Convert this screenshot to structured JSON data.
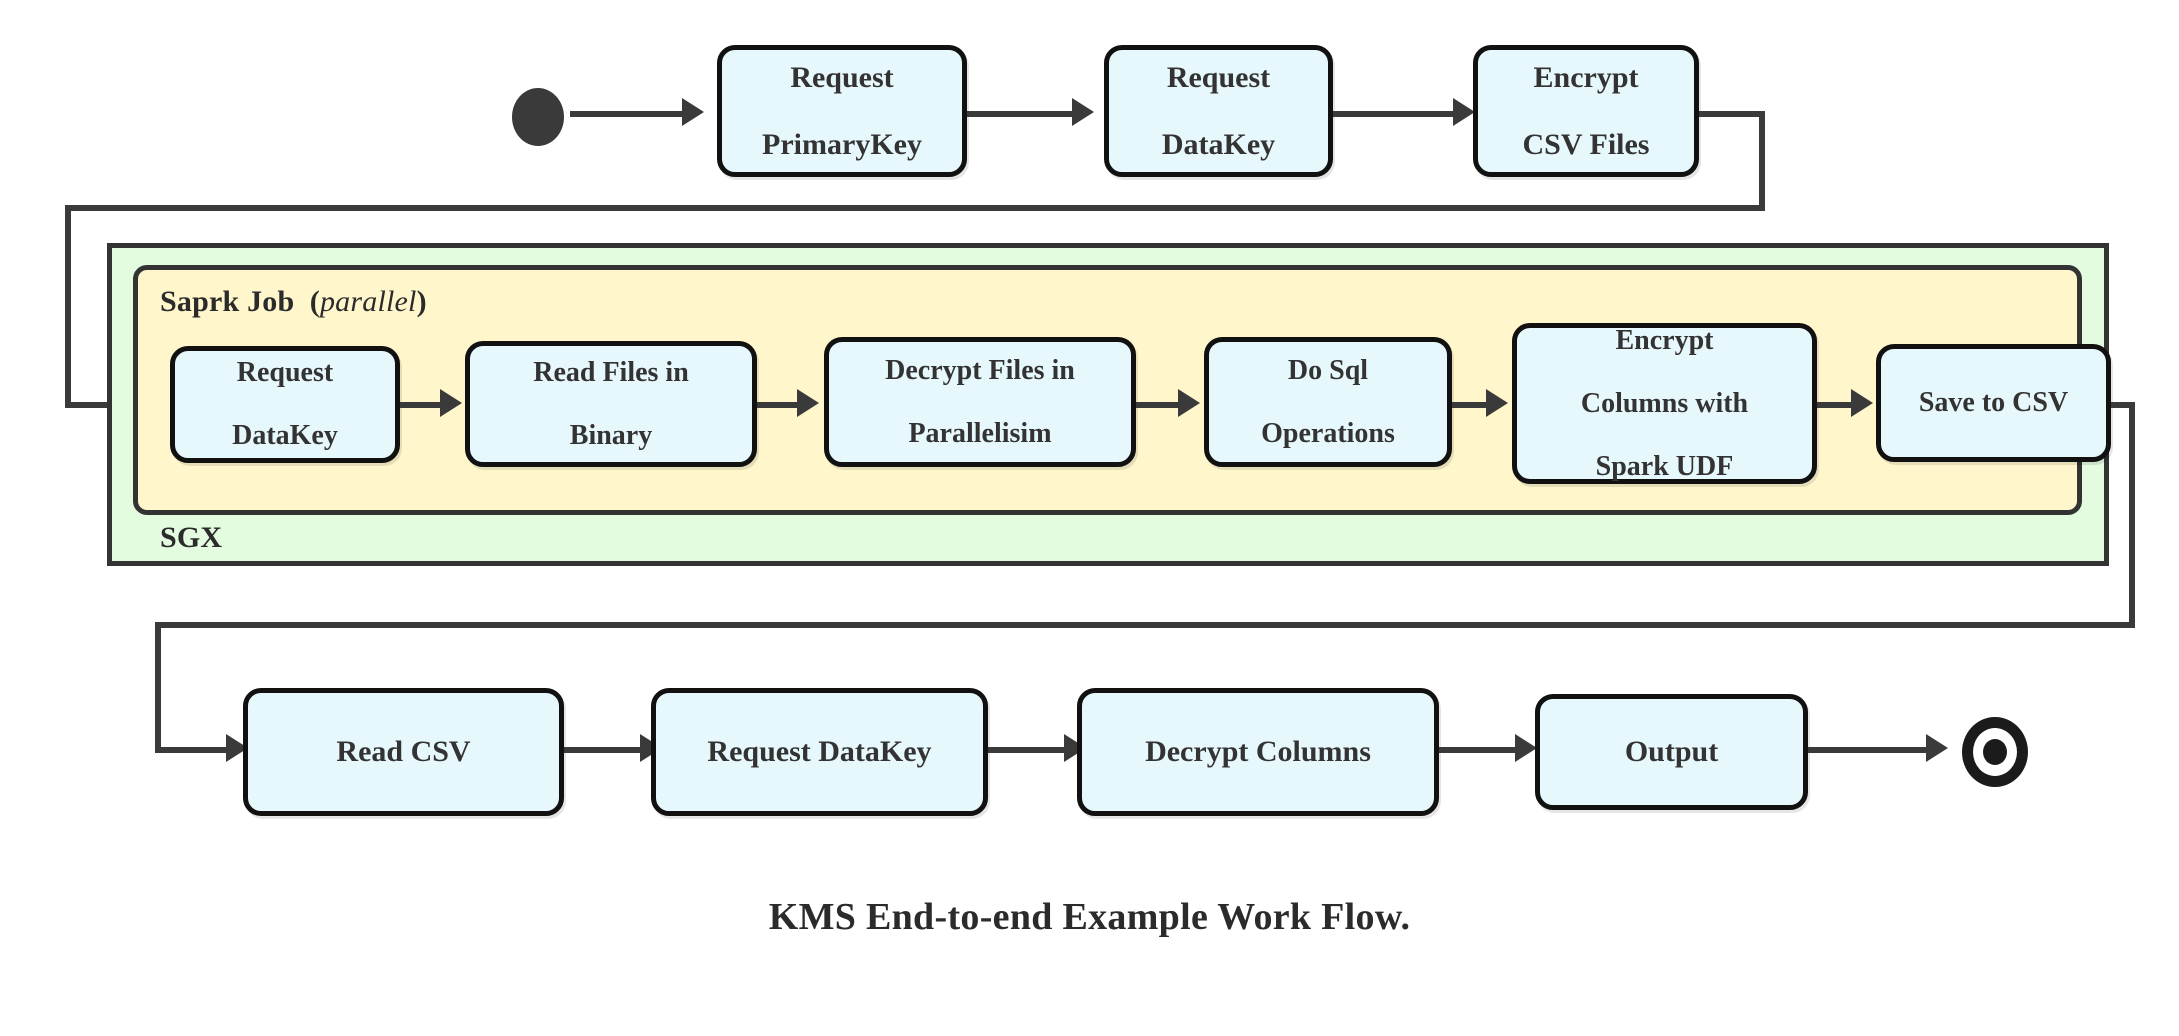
{
  "diagram": {
    "caption": "KMS End-to-end Example Work Flow.",
    "colors": {
      "node_fill": "#e7f8fc",
      "node_stroke": "#111111",
      "sgx_fill": "#e3fbdf",
      "spark_fill": "#fff6cc",
      "container_stroke": "#333333",
      "connector": "#3a3a3a",
      "text": "#333333"
    },
    "containers": [
      {
        "id": "sgx",
        "label": "SGX"
      },
      {
        "id": "spark",
        "label_main": "Saprk Job",
        "label_suffix_open": "(",
        "label_italic": "parallel",
        "label_suffix_close": ")"
      }
    ],
    "terminals": {
      "start": "start-node",
      "end": "end-node"
    },
    "rows": {
      "top": [
        {
          "id": "request-primarykey",
          "line1": "Request",
          "line2": "PrimaryKey"
        },
        {
          "id": "request-datakey-top",
          "line1": "Request",
          "line2": "DataKey"
        },
        {
          "id": "encrypt-csv-files",
          "line1": "Encrypt",
          "line2": "CSV Files"
        }
      ],
      "middle": [
        {
          "id": "request-datakey-spark",
          "line1": "Request",
          "line2": "DataKey",
          "line3": ""
        },
        {
          "id": "read-files-in-binary",
          "line1": "Read Files in",
          "line2": "Binary",
          "line3": ""
        },
        {
          "id": "decrypt-files-parallel",
          "line1": "Decrypt Files in",
          "line2": "Parallelisim",
          "line3": ""
        },
        {
          "id": "do-sql-operations",
          "line1": "Do Sql",
          "line2": "Operations",
          "line3": ""
        },
        {
          "id": "encrypt-columns-udf",
          "line1": "Encrypt",
          "line2": "Columns with",
          "line3": "Spark UDF"
        },
        {
          "id": "save-to-csv",
          "line1": "Save to CSV",
          "line2": "",
          "line3": ""
        }
      ],
      "bottom": [
        {
          "id": "read-csv",
          "line1": "Read CSV"
        },
        {
          "id": "request-datakey-out",
          "line1": "Request DataKey"
        },
        {
          "id": "decrypt-columns",
          "line1": "Decrypt Columns"
        },
        {
          "id": "output",
          "line1": "Output"
        }
      ]
    }
  }
}
